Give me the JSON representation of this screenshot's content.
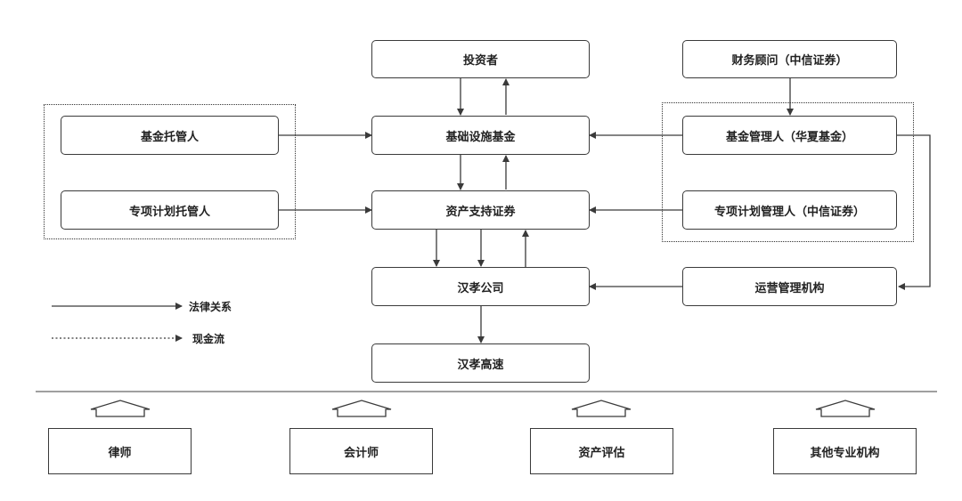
{
  "nodes": {
    "investor": "投资者",
    "financial_advisor": "财务顾问（中信证券）",
    "fund_custodian": "基金托管人",
    "infra_fund": "基础设施基金",
    "fund_manager": "基金管理人（华夏基金）",
    "special_plan_custodian": "专项计划托管人",
    "abs": "资产支持证券",
    "special_plan_manager": "专项计划管理人（中信证券）",
    "hanxiao_company": "汉孝公司",
    "operation_manager": "运营管理机构",
    "hanxiao_expressway": "汉孝高速"
  },
  "legend": {
    "legal": "法律关系",
    "cash": "现金流"
  },
  "agencies": [
    "律师",
    "会计师",
    "资产评估",
    "其他专业机构"
  ],
  "colors": {
    "line": "#3a3a3a",
    "text": "#222222",
    "background": "#ffffff"
  }
}
